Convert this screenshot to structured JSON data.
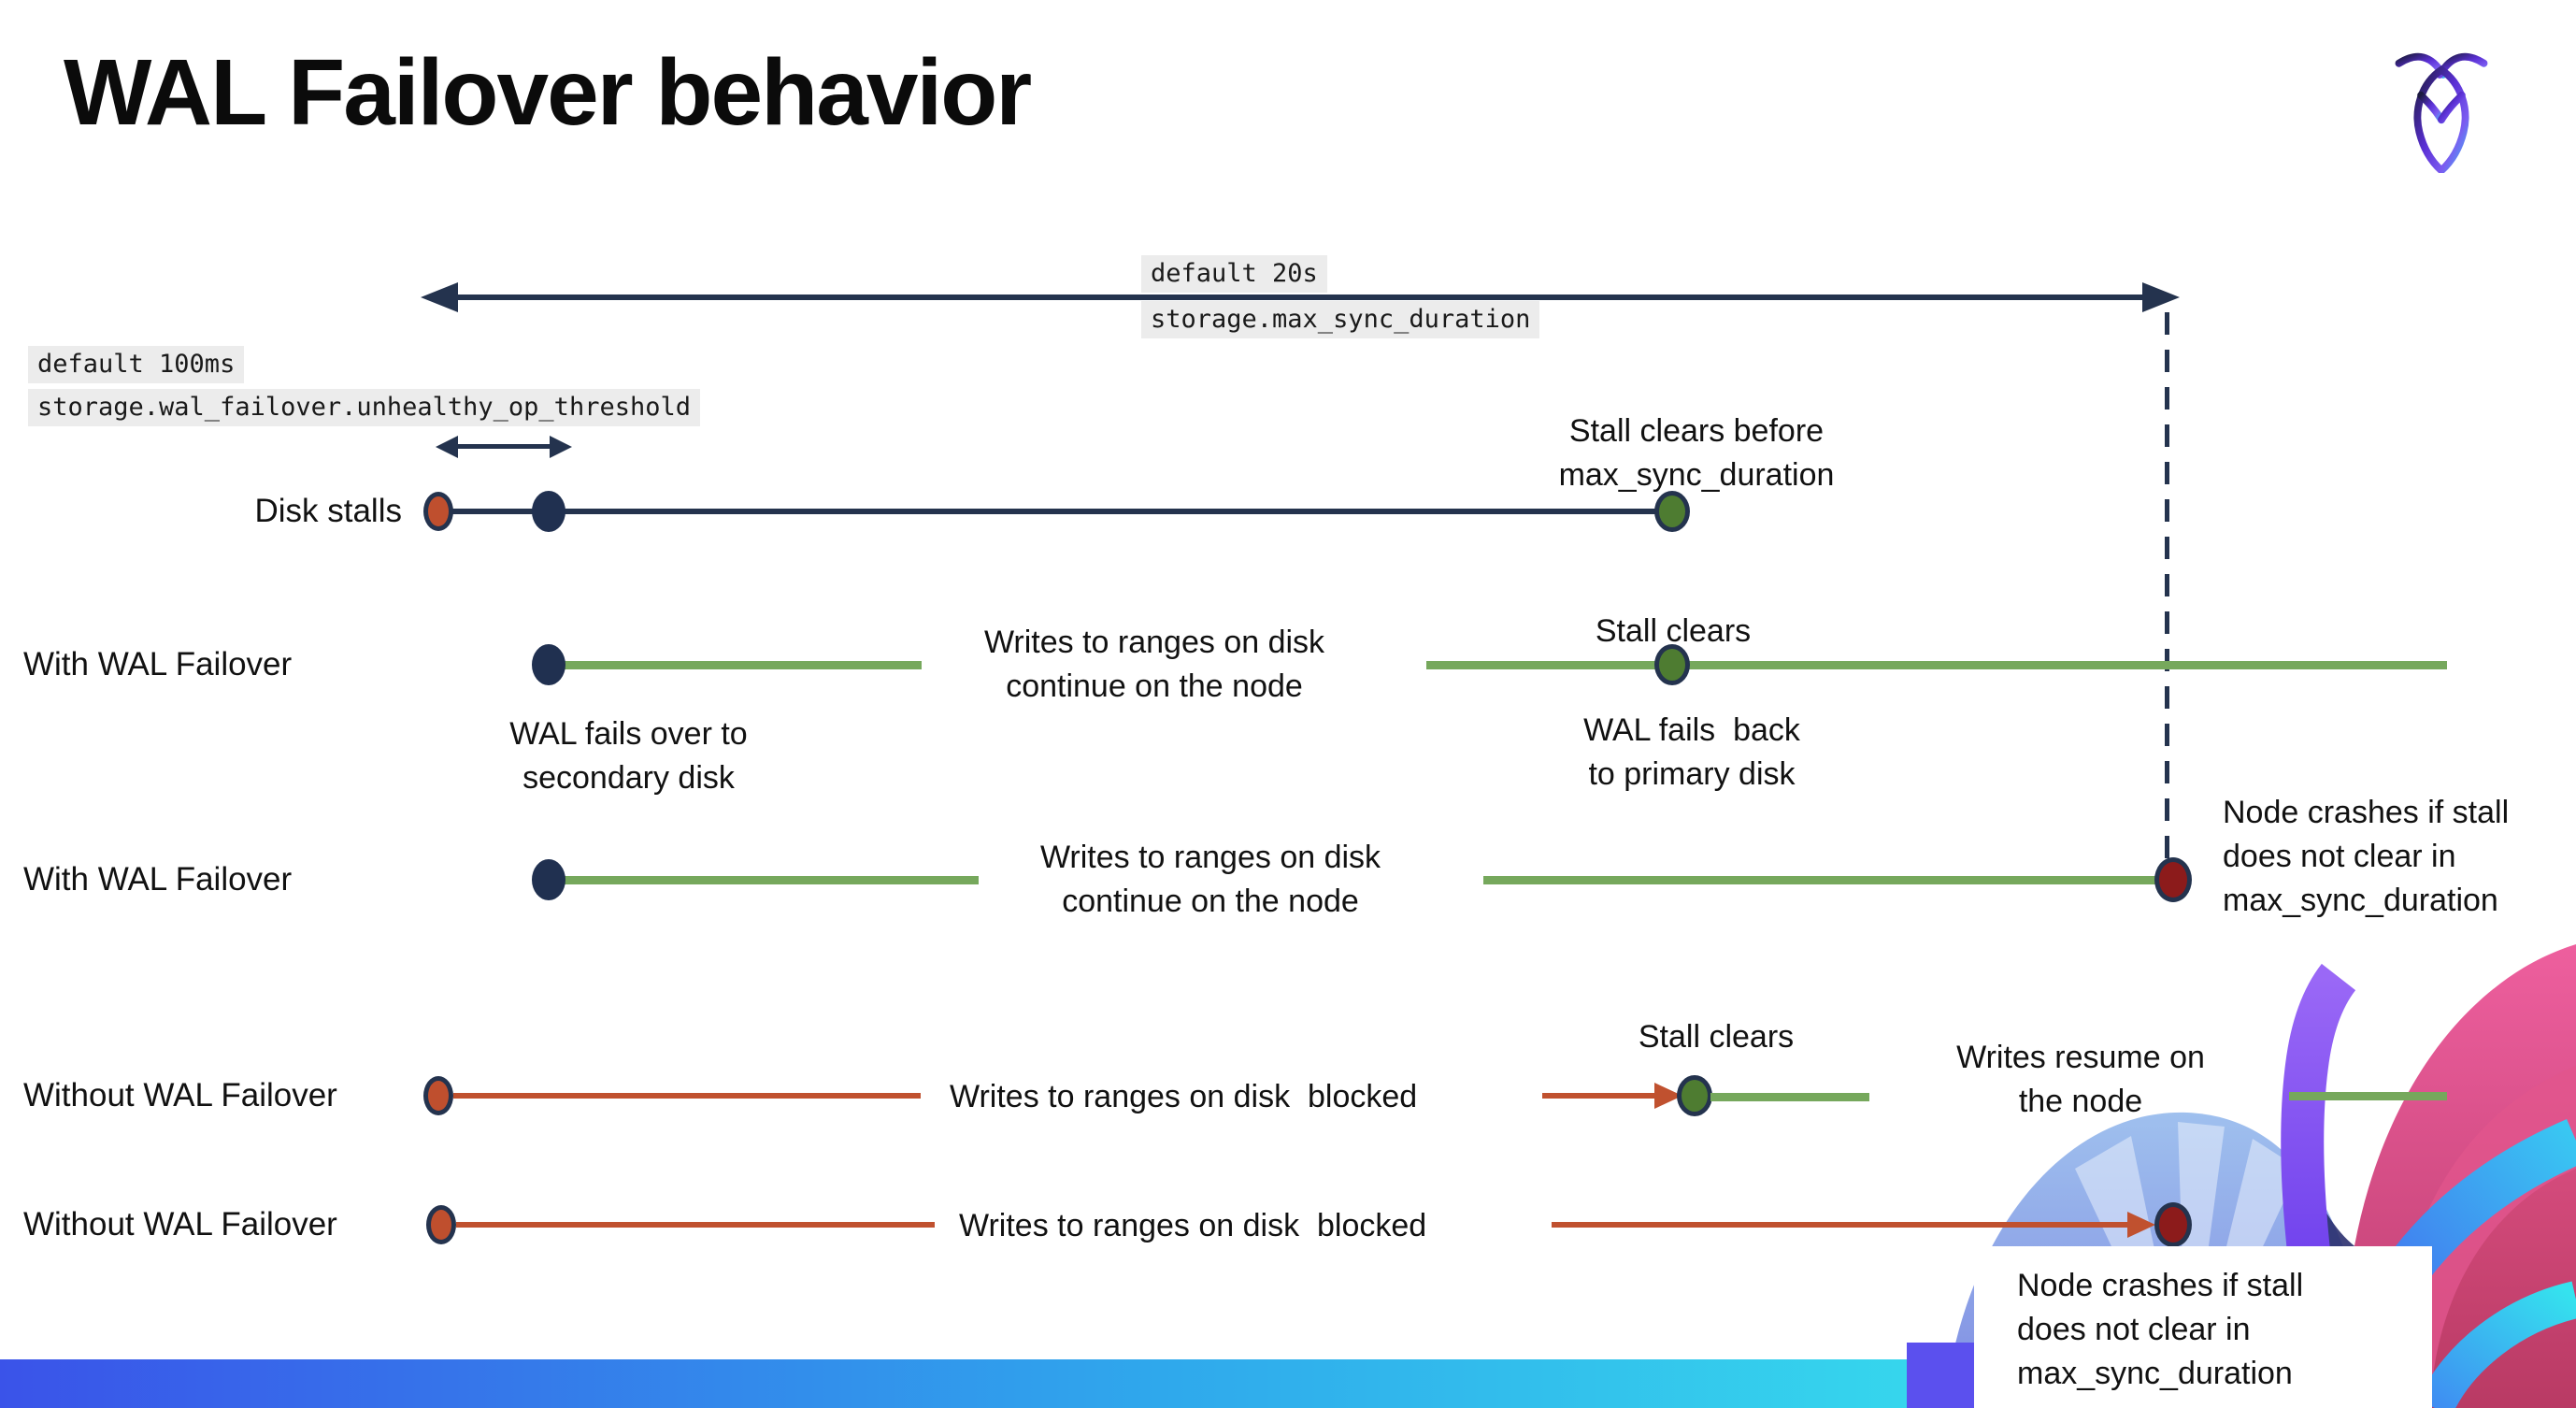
{
  "page": {
    "title": "WAL Failover behavior"
  },
  "logo": {
    "name": "cockroachdb-logo"
  },
  "colors": {
    "navy": "#24334e",
    "green_line": "#76a85c",
    "green_dot": "#4e7c31",
    "red": "#c0512f",
    "dark_red": "#8c1b1b",
    "label_bg": "#ececec",
    "bar_gradient": [
      "#3a53e9",
      "#37dfed"
    ]
  },
  "callouts": {
    "max_sync_default": "default 20s",
    "max_sync_setting": "storage.max_sync_duration",
    "threshold_default": "default 100ms",
    "threshold_setting": "storage.wal_failover.unhealthy_op_threshold"
  },
  "rows": [
    {
      "label": "Disk stalls",
      "stall_note": "Stall clears before\nmax_sync_duration"
    },
    {
      "label": "With WAL Failover",
      "failover_note": "WAL fails over to\nsecondary disk",
      "writes_note": "Writes to ranges on disk\ncontinue on the node",
      "stall_note": "Stall clears",
      "failback_note": "WAL fails  back\nto primary disk"
    },
    {
      "label": "With WAL Failover",
      "writes_note": "Writes to ranges on disk\ncontinue on the node",
      "crash_note": "Node crashes if stall\ndoes not clear in\nmax_sync_duration"
    },
    {
      "label": "Without WAL Failover",
      "writes_note": "Writes to ranges on disk  blocked",
      "stall_note": "Stall clears",
      "resume_note": "Writes resume on\nthe node"
    },
    {
      "label": "Without WAL Failover",
      "writes_note": "Writes to ranges on disk  blocked",
      "crash_note": "Node crashes if stall\ndoes not clear in\nmax_sync_duration"
    }
  ]
}
